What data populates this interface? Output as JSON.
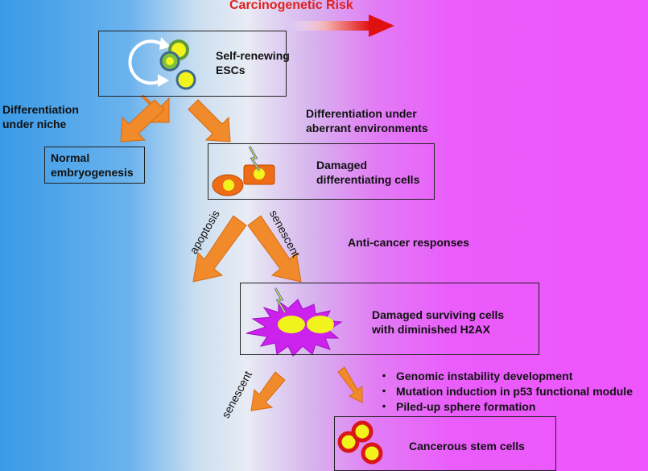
{
  "title": "Carcinogenetic Risk",
  "nodes": {
    "escs": {
      "line1": "Self-renewing",
      "line2": "ESCs"
    },
    "normal": {
      "line1": "Normal",
      "line2": "embryogenesis"
    },
    "damaged_diff": {
      "line1": "Damaged",
      "line2": "differentiating cells"
    },
    "damaged_surv": {
      "line1": "Damaged surviving cells",
      "line2": "with diminished H2AX"
    },
    "cancerous": {
      "label": "Cancerous stem cells"
    }
  },
  "labels": {
    "diff_niche": {
      "line1": "Differentiation",
      "line2": "under niche"
    },
    "diff_aberrant": {
      "line1": "Differentiation under",
      "line2": "aberrant environments"
    },
    "apoptosis": "apoptosis",
    "senescent_1": "senescent",
    "senescent_2": "senescent",
    "anti_cancer": "Anti-cancer responses"
  },
  "bullets": [
    "Genomic instability development",
    "Mutation induction in p53 functional module",
    "Piled-up sphere formation"
  ],
  "bullet_mark": "・",
  "colors": {
    "title": "#e02020",
    "arrow_fill": "#f08a2a",
    "arrow_stroke": "#d86a10",
    "cell_yellow": "#f2f21c",
    "cell_green": "#7cc242",
    "cell_orange": "#ef6c16",
    "burst_magenta": "#cc22ee",
    "cancer_red": "#d81818",
    "lightning": "#5a6fb0"
  }
}
